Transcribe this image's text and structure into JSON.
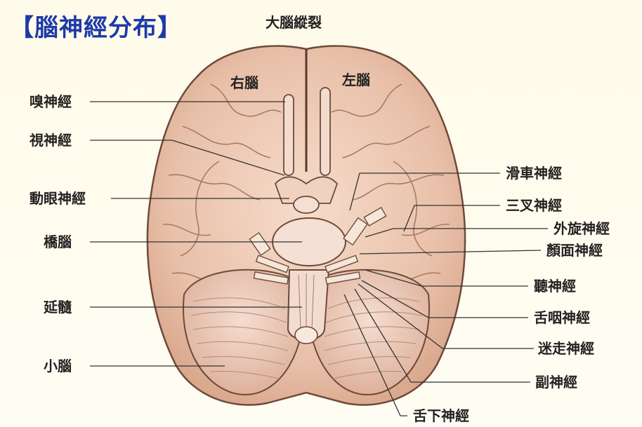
{
  "title": "【腦神經分布】",
  "labels": {
    "fissure": "大腦縱裂",
    "right_brain": "右腦",
    "left_brain": "左腦",
    "olfactory": "嗅神經",
    "optic": "視神經",
    "oculomotor": "動眼神經",
    "pons": "橋腦",
    "medulla": "延髓",
    "cerebellum": "小腦",
    "trochlear": "滑車神經",
    "trigeminal": "三叉神經",
    "abducens": "外旋神經",
    "facial": "顏面神經",
    "auditory": "聽神經",
    "glossopharyngeal": "舌咽神經",
    "vagus": "迷走神經",
    "accessory": "副神經",
    "hypoglossal": "舌下神經"
  },
  "colors": {
    "title": "#1d3aa8",
    "brain_fill": "#ecc9b4",
    "brain_stroke": "#6e4a3a",
    "background": "#fffbea"
  }
}
